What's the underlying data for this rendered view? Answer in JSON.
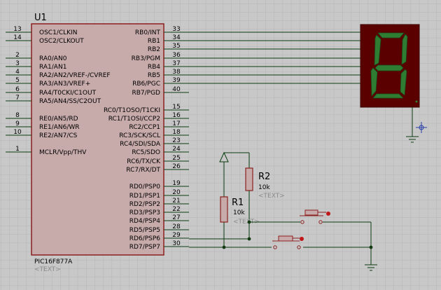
{
  "ic": {
    "ref": "U1",
    "part": "PIC16F877A",
    "text_placeholder": "<TEXT>",
    "left_pins": [
      {
        "num": "13",
        "label": "OSC1/CLKIN"
      },
      {
        "num": "14",
        "label": "OSC2/CLKOUT"
      },
      {
        "num": "2",
        "label": "RA0/AN0"
      },
      {
        "num": "3",
        "label": "RA1/AN1"
      },
      {
        "num": "4",
        "label": "RA2/AN2/VREF-/CVREF"
      },
      {
        "num": "5",
        "label": "RA3/AN3/VREF+"
      },
      {
        "num": "6",
        "label": "RA4/T0CKI/C1OUT"
      },
      {
        "num": "7",
        "label": "RA5/AN4/SS/C2OUT"
      },
      {
        "num": "8",
        "label": "RE0/AN5/RD"
      },
      {
        "num": "9",
        "label": "RE1/AN6/WR"
      },
      {
        "num": "10",
        "label": "RE2/AN7/CS"
      },
      {
        "num": "1",
        "label": "MCLR/Vpp/THV"
      }
    ],
    "right_pins": [
      {
        "num": "33",
        "label": "RB0/INT"
      },
      {
        "num": "34",
        "label": "RB1"
      },
      {
        "num": "35",
        "label": "RB2"
      },
      {
        "num": "36",
        "label": "RB3/PGM"
      },
      {
        "num": "37",
        "label": "RB4"
      },
      {
        "num": "38",
        "label": "RB5"
      },
      {
        "num": "39",
        "label": "RB6/PGC"
      },
      {
        "num": "40",
        "label": "RB7/PGD"
      },
      {
        "num": "15",
        "label": "RC0/T1OSO/T1CKI"
      },
      {
        "num": "16",
        "label": "RC1/T1OSI/CCP2"
      },
      {
        "num": "17",
        "label": "RC2/CCP1"
      },
      {
        "num": "18",
        "label": "RC3/SCK/SCL"
      },
      {
        "num": "23",
        "label": "RC4/SDI/SDA"
      },
      {
        "num": "24",
        "label": "RC5/SDO"
      },
      {
        "num": "25",
        "label": "RC6/TX/CK"
      },
      {
        "num": "26",
        "label": "RC7/RX/DT"
      },
      {
        "num": "19",
        "label": "RD0/PSP0"
      },
      {
        "num": "20",
        "label": "RD1/PSP1"
      },
      {
        "num": "21",
        "label": "RD2/PSP2"
      },
      {
        "num": "22",
        "label": "RD3/PSP3"
      },
      {
        "num": "27",
        "label": "RD4/PSP4"
      },
      {
        "num": "28",
        "label": "RD5/PSP5"
      },
      {
        "num": "29",
        "label": "RD6/PSP6"
      },
      {
        "num": "30",
        "label": "RD7/PSP7"
      }
    ]
  },
  "r1": {
    "ref": "R1",
    "value": "10k",
    "text": "<TEXT>"
  },
  "r2": {
    "ref": "R2",
    "value": "10k",
    "text": "<TEXT>"
  },
  "colors": {
    "canvas": "#c8c8c8",
    "grid": "#b4b4b4",
    "ic_body": "#c7aaaa",
    "ic_border": "#8b2020",
    "wire": "#0b3d10",
    "display_bg": "#5a0000",
    "segment": "#2e7d32",
    "component": "#8b2020",
    "junction": "#143a14"
  }
}
